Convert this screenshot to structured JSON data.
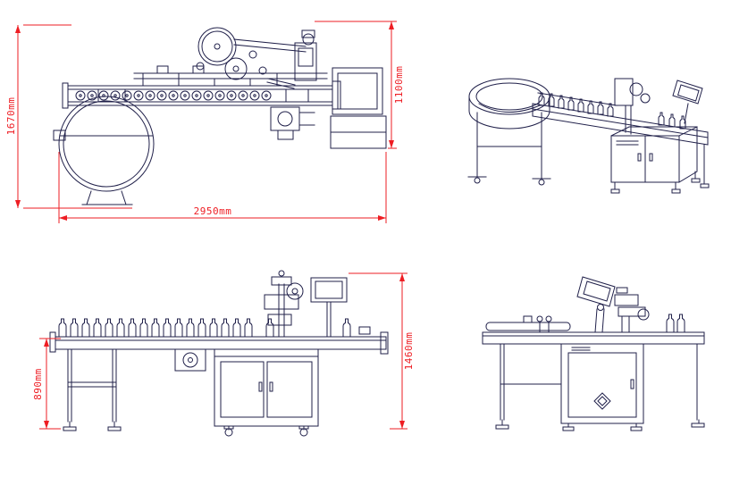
{
  "colors": {
    "background": "#ffffff",
    "line": "#20204a",
    "dimension": "#ee1d23"
  },
  "views": {
    "plan": {
      "dimensions": {
        "overall_depth": "1670mm",
        "machine_depth": "1100mm",
        "overall_length": "2950mm"
      }
    },
    "front": {
      "dimensions": {
        "conveyor_height": "890mm",
        "overall_height": "1460mm"
      }
    }
  }
}
